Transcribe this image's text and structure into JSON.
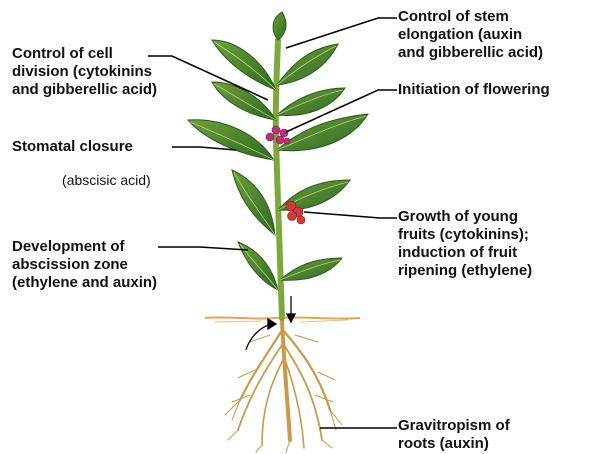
{
  "labels": {
    "stem": [
      "Control of stem",
      "elongation (auxin",
      "and gibberellic acid)"
    ],
    "cell": [
      "Control of cell",
      "division (cytokinins",
      "and gibberellic acid)"
    ],
    "flowering": [
      "Initiation of flowering"
    ],
    "stomatal": [
      "Stomatal closure"
    ],
    "stomatal_sub": "(abscisic acid)",
    "fruit": [
      "Growth of young",
      "fruits (cytokinins);",
      "induction of fruit",
      "ripening (ethylene)"
    ],
    "abscission": [
      "Development of",
      "abscission zone",
      "(ethylene and auxin)"
    ],
    "roots": [
      "Gravitropism of",
      "roots (auxin)"
    ]
  },
  "colors": {
    "leaf": "#3f7a2a",
    "leaf_light": "#8db35a",
    "stem": "#7fa83a",
    "root": "#c99a4a",
    "soil": "#d9a860",
    "flower": "#c0307a",
    "fruit": "#d23a3a",
    "leader": "#000000"
  }
}
